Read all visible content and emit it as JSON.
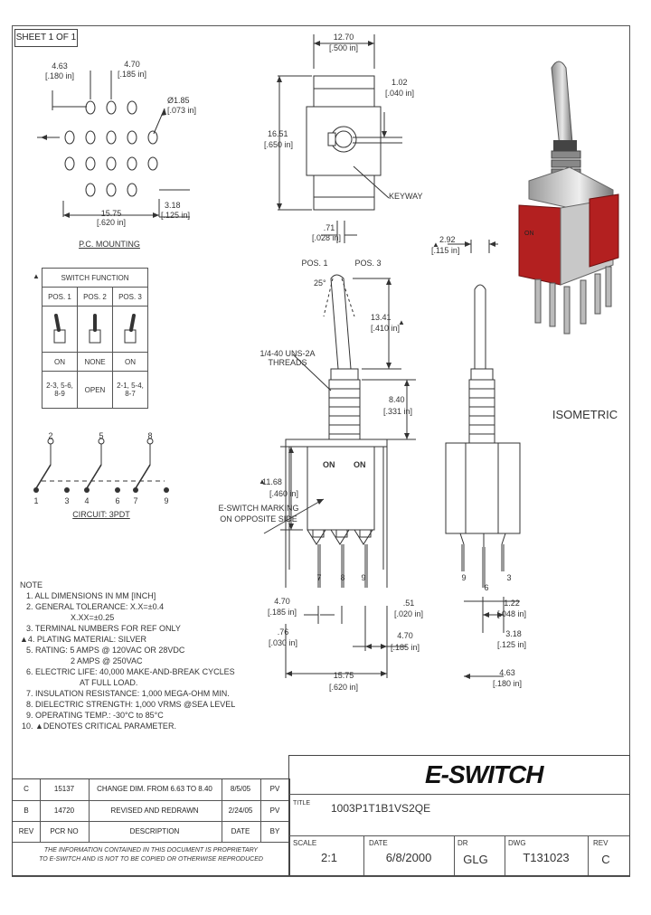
{
  "sheet": "SHEET 1 OF 1",
  "pc_mounting": {
    "title": "P.C. MOUNTING",
    "dims": {
      "d1": "4.63",
      "d1_in": "[.180 in]",
      "d2": "4.70",
      "d2_in": "[.185 in]",
      "d3": "Ø1.85",
      "d3_in": "[.073 in]",
      "d4": "15.75",
      "d4_in": "[.620 in]",
      "d5": "3.18",
      "d5_in": "[.125 in]"
    }
  },
  "top_view": {
    "w": "12.70",
    "w_in": "[.500 in]",
    "h": "16.51",
    "h_in": "[.650 in]",
    "k": "1.02",
    "k_in": "[.040 in]",
    "b": ".71",
    "b_in": "[.028 in]",
    "keyway": "KEYWAY"
  },
  "switch_function": {
    "title": "SWITCH FUNCTION",
    "headers": [
      "POS. 1",
      "POS. 2",
      "POS. 3"
    ],
    "states": [
      "ON",
      "NONE",
      "ON"
    ],
    "connections": [
      "2-3, 5-6, 8-9",
      "OPEN",
      "2-1, 5-4, 8-7"
    ]
  },
  "circuit": {
    "title": "CIRCUIT: 3PDT",
    "top": [
      "2",
      "5",
      "8"
    ],
    "bottom": [
      "1",
      "3",
      "4",
      "6",
      "7",
      "9"
    ]
  },
  "front_view": {
    "pos1": "POS. 1",
    "pos3": "POS. 3",
    "angle": "25°",
    "threads": "1/4-40 UNS-2A THREADS",
    "d_lever": "13.41",
    "d_lever_in": "[.410 in]",
    "d_bush": "8.40",
    "d_bush_in": "[.331 in]",
    "d_body": "11.68",
    "d_body_in": "[.460 in]",
    "marking": "E-SWITCH MARKING ON OPPOSITE SIDE",
    "on1": "ON",
    "on2": "ON",
    "pins": [
      "7",
      "8",
      "9"
    ],
    "d_a": "4.70",
    "d_a_in": "[.185 in]",
    "d_b": ".76",
    "d_b_in": "[.030 in]",
    "d_c": ".51",
    "d_c_in": "[.020 in]",
    "d_d": "4.70",
    "d_d_in": "[.185 in]",
    "d_e": "15.75",
    "d_e_in": "[.620 in]"
  },
  "side_view": {
    "top": "2.92",
    "top_in": "[.115 in]",
    "pins": [
      "9",
      "6",
      "3"
    ],
    "d_a": "1.22",
    "d_a_in": "[.048 in]",
    "d_b": "3.18",
    "d_b_in": "[.125 in]",
    "d_c": "4.63",
    "d_c_in": "[.180 in]"
  },
  "isometric": "ISOMETRIC",
  "notes": [
    "NOTE",
    "1. ALL DIMENSIONS IN MM [INCH]",
    "2. GENERAL TOLERANCE: X.X=±0.4",
    "X.XX=±0.25",
    "3. TERMINAL NUMBERS FOR REF ONLY",
    "▲4. PLATING MATERIAL: SILVER",
    "5. RATING: 5 AMPS @ 120VAC OR 28VDC",
    "2 AMPS @ 250VAC",
    "6. ELECTRIC LIFE: 40,000 MAKE-AND-BREAK CYCLES",
    "AT FULL LOAD.",
    "7. INSULATION RESISTANCE: 1,000 MEGA-OHM MIN.",
    "8. DIELECTRIC STRENGTH: 1,000 VRMS @SEA LEVEL",
    "9. OPERATING TEMP.: -30°C to 85°C",
    "10. ▲DENOTES CRITICAL PARAMETER."
  ],
  "revisions": {
    "rows": [
      {
        "rev": "C",
        "pcr": "15137",
        "desc": "CHANGE DIM. FROM 6.63 TO 8.40",
        "date": "8/5/05",
        "by": "PV"
      },
      {
        "rev": "B",
        "pcr": "14720",
        "desc": "REVISED AND REDRAWN",
        "date": "2/24/05",
        "by": "PV"
      }
    ],
    "headers": {
      "rev": "REV",
      "pcr": "PCR NO",
      "desc": "DESCRIPTION",
      "date": "DATE",
      "by": "BY"
    },
    "disclaimer1": "THE INFORMATION CONTAINED IN THIS DOCUMENT IS PROPRIETARY",
    "disclaimer2": "TO E-SWITCH AND IS NOT TO BE COPIED OR OTHERWISE REPRODUCED"
  },
  "title_block": {
    "logo": "E-SWITCH",
    "title_label": "TITLE",
    "title": "1003P1T1B1VS2QE",
    "scale_label": "SCALE",
    "scale": "2:1",
    "date_label": "DATE",
    "date": "6/8/2000",
    "dr_label": "DR",
    "dr": "GLG",
    "dwg_label": "DWG",
    "dwg": "T131023",
    "rev_label": "REV",
    "rev": "C"
  },
  "colors": {
    "ink": "#333333",
    "switch_red": "#b32020",
    "metal": "#b9b9b9"
  }
}
